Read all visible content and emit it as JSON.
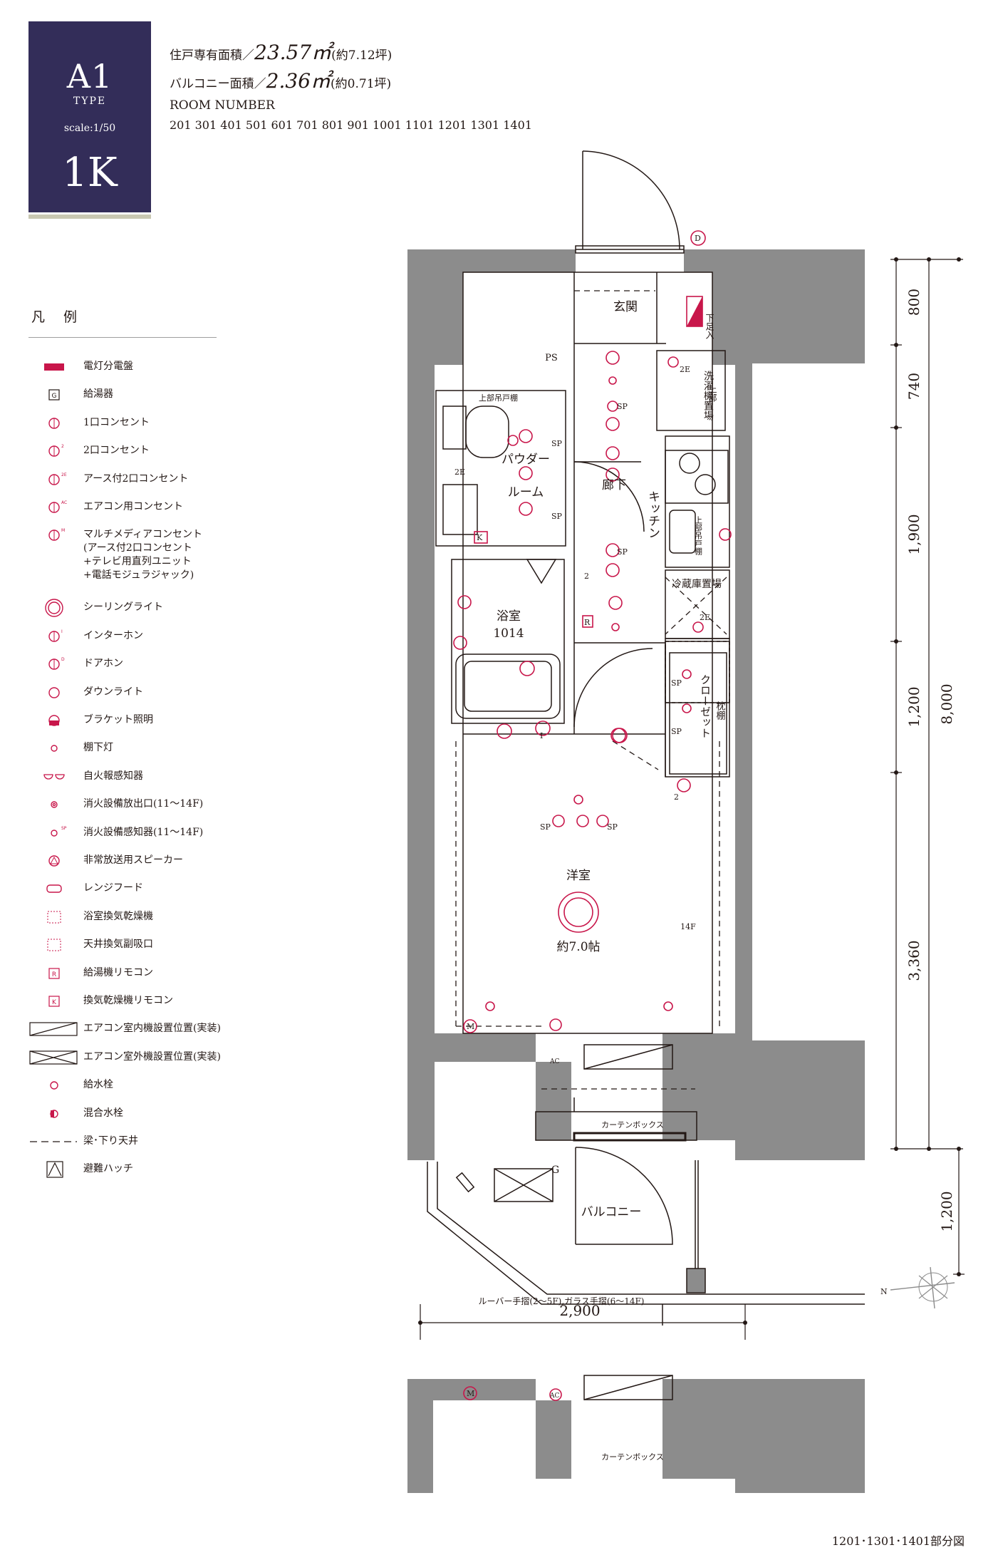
{
  "header": {
    "type_code": "A1",
    "type_word": "TYPE",
    "scale": "scale:1/50",
    "layout": "1K",
    "exclusive_area_label": "住戸専有面積／",
    "exclusive_area_value": "23.57㎡",
    "exclusive_area_tsubo": "(約7.12坪)",
    "balcony_area_label": "バルコニー面積／",
    "balcony_area_value": "2.36㎡",
    "balcony_area_tsubo": "(約0.71坪)",
    "room_number_label": "ROOM NUMBER",
    "room_numbers": "201 301 401 501 601 701 801 901 1001 1101 1201 1301 1401"
  },
  "legend": {
    "title": "凡 例",
    "items": [
      {
        "icon": "distribution-board-icon",
        "label": "電灯分電盤"
      },
      {
        "icon": "water-heater-icon",
        "label": "給湯器",
        "symbol": "G"
      },
      {
        "icon": "outlet-1-icon",
        "label": "1口コンセント"
      },
      {
        "icon": "outlet-2-icon",
        "label": "2口コンセント",
        "symbol": "2"
      },
      {
        "icon": "outlet-earth-icon",
        "label": "アース付2口コンセント",
        "symbol": "2E"
      },
      {
        "icon": "ac-outlet-icon",
        "label": "エアコン用コンセント",
        "symbol": "AC"
      },
      {
        "icon": "multimedia-outlet-icon",
        "label": "マルチメディアコンセント",
        "sub": [
          "(アース付2口コンセント",
          "+テレビ用直列ユニット",
          "+電話モジュラジャック)"
        ],
        "symbol": "M"
      },
      {
        "icon": "ceiling-light-icon",
        "label": "シーリングライト"
      },
      {
        "icon": "intercom-icon",
        "label": "インターホン",
        "symbol": "I"
      },
      {
        "icon": "door-phone-icon",
        "label": "ドアホン",
        "symbol": "D"
      },
      {
        "icon": "downlight-icon",
        "label": "ダウンライト"
      },
      {
        "icon": "bracket-light-icon",
        "label": "ブラケット照明"
      },
      {
        "icon": "shelf-light-icon",
        "label": "棚下灯"
      },
      {
        "icon": "fire-alarm-icon",
        "label": "自火報感知器"
      },
      {
        "icon": "sprinkler-head-icon",
        "label": "消火設備放出口(11〜14F)"
      },
      {
        "icon": "sprinkler-sensor-icon",
        "label": "消火設備感知器(11〜14F)",
        "symbol": "SP"
      },
      {
        "icon": "emergency-speaker-icon",
        "label": "非常放送用スピーカー"
      },
      {
        "icon": "range-hood-icon",
        "label": "レンジフード"
      },
      {
        "icon": "bathroom-dryer-icon",
        "label": "浴室換気乾燥機"
      },
      {
        "icon": "ceiling-vent-icon",
        "label": "天井換気副吸口"
      },
      {
        "icon": "water-heater-remote-icon",
        "label": "給湯機リモコン",
        "symbol": "R"
      },
      {
        "icon": "dryer-remote-icon",
        "label": "換気乾燥機リモコン",
        "symbol": "K"
      },
      {
        "icon": "ac-indoor-unit-icon",
        "label": "エアコン室内機設置位置(実装)"
      },
      {
        "icon": "ac-outdoor-unit-icon",
        "label": "エアコン室外機設置位置(実装)"
      },
      {
        "icon": "water-faucet-icon",
        "label": "給水栓"
      },
      {
        "icon": "mixing-faucet-icon",
        "label": "混合水栓"
      },
      {
        "icon": "beam-dashed-icon",
        "label": "梁･下り天井"
      },
      {
        "icon": "escape-hatch-icon",
        "label": "避難ハッチ"
      }
    ]
  },
  "plan": {
    "rooms": {
      "entrance": "玄関",
      "ps": "PS",
      "shoe_box": "下足入",
      "washer": "洗濯機置場",
      "upper_cabinet": "上部",
      "upper_cabinet2": "上部吊戸棚",
      "upper_cabinet_kitchen": "上部吊戸棚",
      "powder_room_1": "パウダー",
      "powder_room_2": "ルーム",
      "corridor": "廊下",
      "kitchen": "キッチン",
      "bathroom": "浴室",
      "bathroom_size": "1014",
      "fridge": "冷蔵庫置場",
      "closet": "クローゼット",
      "pillow_shelf": "枕棚",
      "western_room": "洋室",
      "western_room_size": "約7.0帖",
      "floor_note": "14F",
      "curtain_box": "カーテンボックス",
      "balcony": "バルコニー",
      "railing_note": "ルーバー手摺(2〜5F),ガラス手摺(6〜14F)"
    },
    "dimensions": {
      "d1": "800",
      "d2": "740",
      "d3": "1,900",
      "d4": "1,200",
      "d5": "3,360",
      "total": "8,000",
      "balcony_depth": "1,200",
      "width": "2,900"
    },
    "symbols": {
      "sp": "SP",
      "two": "2",
      "two_e": "2E",
      "r": "R",
      "k": "K",
      "g": "G",
      "i": "I",
      "d": "D",
      "m": "M",
      "ac": "AC",
      "n": "N"
    },
    "partial_caption": "1201･1301･1401部分図"
  },
  "colors": {
    "badge": "#332d59",
    "badge_bar": "#c9c8b2",
    "wall": "#8c8c8c",
    "symbol": "#c8164a"
  }
}
